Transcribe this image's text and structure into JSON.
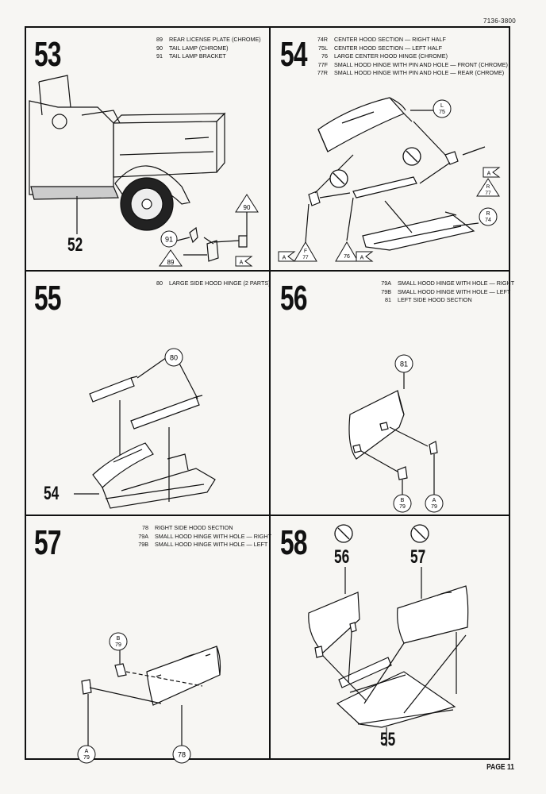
{
  "header": {
    "code": "7136-3800"
  },
  "steps": [
    {
      "number": "53",
      "parts": [
        {
          "no": "89",
          "desc": "REAR LICENSE PLATE (CHROME)"
        },
        {
          "no": "90",
          "desc": "TAIL LAMP (CHROME)"
        },
        {
          "no": "91",
          "desc": "TAIL LAMP BRACKET"
        }
      ],
      "callouts": {
        "ref": "52",
        "c1": "91",
        "c2": "90",
        "c3": "89",
        "flag": "A"
      }
    },
    {
      "number": "54",
      "parts": [
        {
          "no": "74R",
          "desc": "CENTER HOOD SECTION — RIGHT HALF"
        },
        {
          "no": "75L",
          "desc": "CENTER HOOD SECTION — LEFT HALF"
        },
        {
          "no": "76",
          "desc": "LARGE CENTER HOOD HINGE (CHROME)"
        },
        {
          "no": "77F",
          "desc": "SMALL HOOD HINGE WITH PIN AND HOLE — FRONT (CHROME)"
        },
        {
          "no": "77R",
          "desc": "SMALL HOOD HINGE WITH PIN AND HOLE — REAR (CHROME)"
        }
      ],
      "callouts": {
        "l_letter": "L",
        "l_num": "75",
        "r_letter": "R",
        "r_num": "74",
        "f_letter": "F",
        "f_num": "77",
        "rr_letter": "R",
        "rr_num": "77",
        "t76": "76",
        "flag": "A"
      }
    },
    {
      "number": "55",
      "parts": [
        {
          "no": "80",
          "desc": "LARGE SIDE HOOD HINGE (2 PARTS)"
        }
      ],
      "callouts": {
        "c80": "80",
        "ref": "54"
      }
    },
    {
      "number": "56",
      "parts": [
        {
          "no": "79A",
          "desc": "SMALL HOOD HINGE WITH HOLE — RIGHT"
        },
        {
          "no": "79B",
          "desc": "SMALL HOOD HINGE WITH HOLE — LEFT"
        },
        {
          "no": "81",
          "desc": "LEFT SIDE HOOD SECTION"
        }
      ],
      "callouts": {
        "c81": "81",
        "b_letter": "B",
        "b_num": "79",
        "a_letter": "A",
        "a_num": "79"
      }
    },
    {
      "number": "57",
      "parts": [
        {
          "no": "78",
          "desc": "RIGHT SIDE HOOD SECTION"
        },
        {
          "no": "79A",
          "desc": "SMALL HOOD HINGE WITH HOLE — RIGHT"
        },
        {
          "no": "79B",
          "desc": "SMALL HOOD HINGE WITH HOLE — LEFT"
        }
      ],
      "callouts": {
        "b_letter": "B",
        "b_num": "79",
        "a_letter": "A",
        "a_num": "79",
        "c78": "78"
      }
    },
    {
      "number": "58",
      "parts": [],
      "callouts": {
        "ref56": "56",
        "ref57": "57",
        "ref55": "55"
      }
    }
  ],
  "footer": {
    "page": "PAGE 11"
  }
}
